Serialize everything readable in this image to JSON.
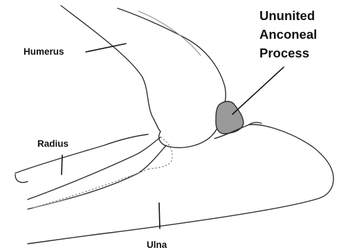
{
  "labels": {
    "humerus": "Humerus",
    "radius": "Radius",
    "ulna": "Ulna",
    "process": [
      "Ununited",
      "Anconeal",
      "Process"
    ]
  },
  "colors": {
    "outline": "#2b2b2b",
    "anconeal_fill": "#9a9a9a",
    "text": "#111111",
    "background": "#ffffff"
  }
}
